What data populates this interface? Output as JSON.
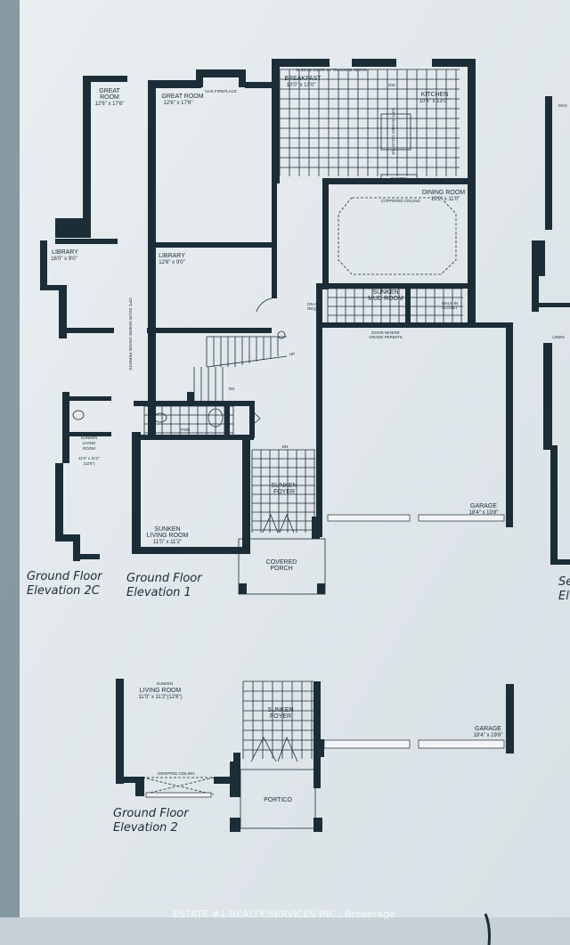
{
  "watermark": "ESTATE #1 REALTY SERVICES INC., Brokerage",
  "elev1": {
    "caption": [
      "Ground Floor",
      "Elevation 1"
    ],
    "great_room": {
      "name": "GREAT ROOM",
      "dims": "12'6\" x 17'6\"",
      "note": "GAS FIREPLACE"
    },
    "breakfast": {
      "name": "BREAKFAST",
      "dims": "10'0\" x 13'0\"",
      "note": "SLIDING DOOR W/ TRANSOM ABOVE"
    },
    "kitchen": {
      "name": "KITCHEN",
      "dims": "10'4\" x 13'0\"",
      "island": "OPT. RAISED COUNTER",
      "dw": "DW",
      "pantry": "PANTRY"
    },
    "dining": {
      "name": "DINING ROOM",
      "dims": "15'2\" x 11'0\"",
      "note": "COFFERED CEILING"
    },
    "library": {
      "name": "LIBRARY",
      "dims": "12'6\" x 9'0\""
    },
    "mud_room": {
      "name": [
        "SUNKEN",
        "MUD ROOM"
      ],
      "walk_in": [
        "WALK IN",
        "CLOSET"
      ],
      "dn": [
        "DN AS",
        "REQ'D"
      ],
      "door_note": [
        "DOOR WHERE",
        "GRADE PERMITS"
      ]
    },
    "side_door_note": "OPT. DOOR WHERE GRADE PERMITS",
    "stairs": {
      "up": "UP",
      "dn": "DN"
    },
    "pwd": "PWD",
    "foyer": {
      "name": [
        "SUNKEN",
        "FOYER"
      ],
      "dn": "DN"
    },
    "living": {
      "name": [
        "SUNKEN",
        "LIVING ROOM"
      ],
      "dims": "11'0\" x 11'2\""
    },
    "garage": {
      "name": "GARAGE",
      "dims": "18'4\" x 19'8\""
    },
    "porch": {
      "name": [
        "COVERED",
        "PORCH"
      ]
    }
  },
  "elev2c": {
    "caption": [
      "Ground Floor",
      "Elevation 2C"
    ],
    "great_room": {
      "name": [
        "GREAT",
        "ROOM"
      ],
      "dims": "12'6\" x 17'6\""
    },
    "library": {
      "name": "LIBRARY",
      "dims": "16'0\" x 9'0\""
    },
    "living": {
      "name": [
        "SUNKEN",
        "LIVING",
        "ROOM"
      ],
      "dims": "11'0\" x 11'2\"",
      "alt": "(12'8\")"
    }
  },
  "elev2": {
    "caption": [
      "Ground Floor",
      "Elevation 2"
    ],
    "living": {
      "name": [
        "SUNKEN",
        "LIVING ROOM"
      ],
      "dims": "11'0\" x 11'2\"(12'8\")"
    },
    "dropped": "DROPPED CEILING",
    "foyer": {
      "name": [
        "SUNKEN",
        "FOYER"
      ]
    },
    "portico": "PORTICO",
    "garage": {
      "name": "GARAGE",
      "dims": "18'4\" x 19'8\""
    }
  },
  "cutoff": {
    "master": "MAS",
    "linen": "LINEN",
    "caption": [
      "Se",
      "El"
    ]
  }
}
